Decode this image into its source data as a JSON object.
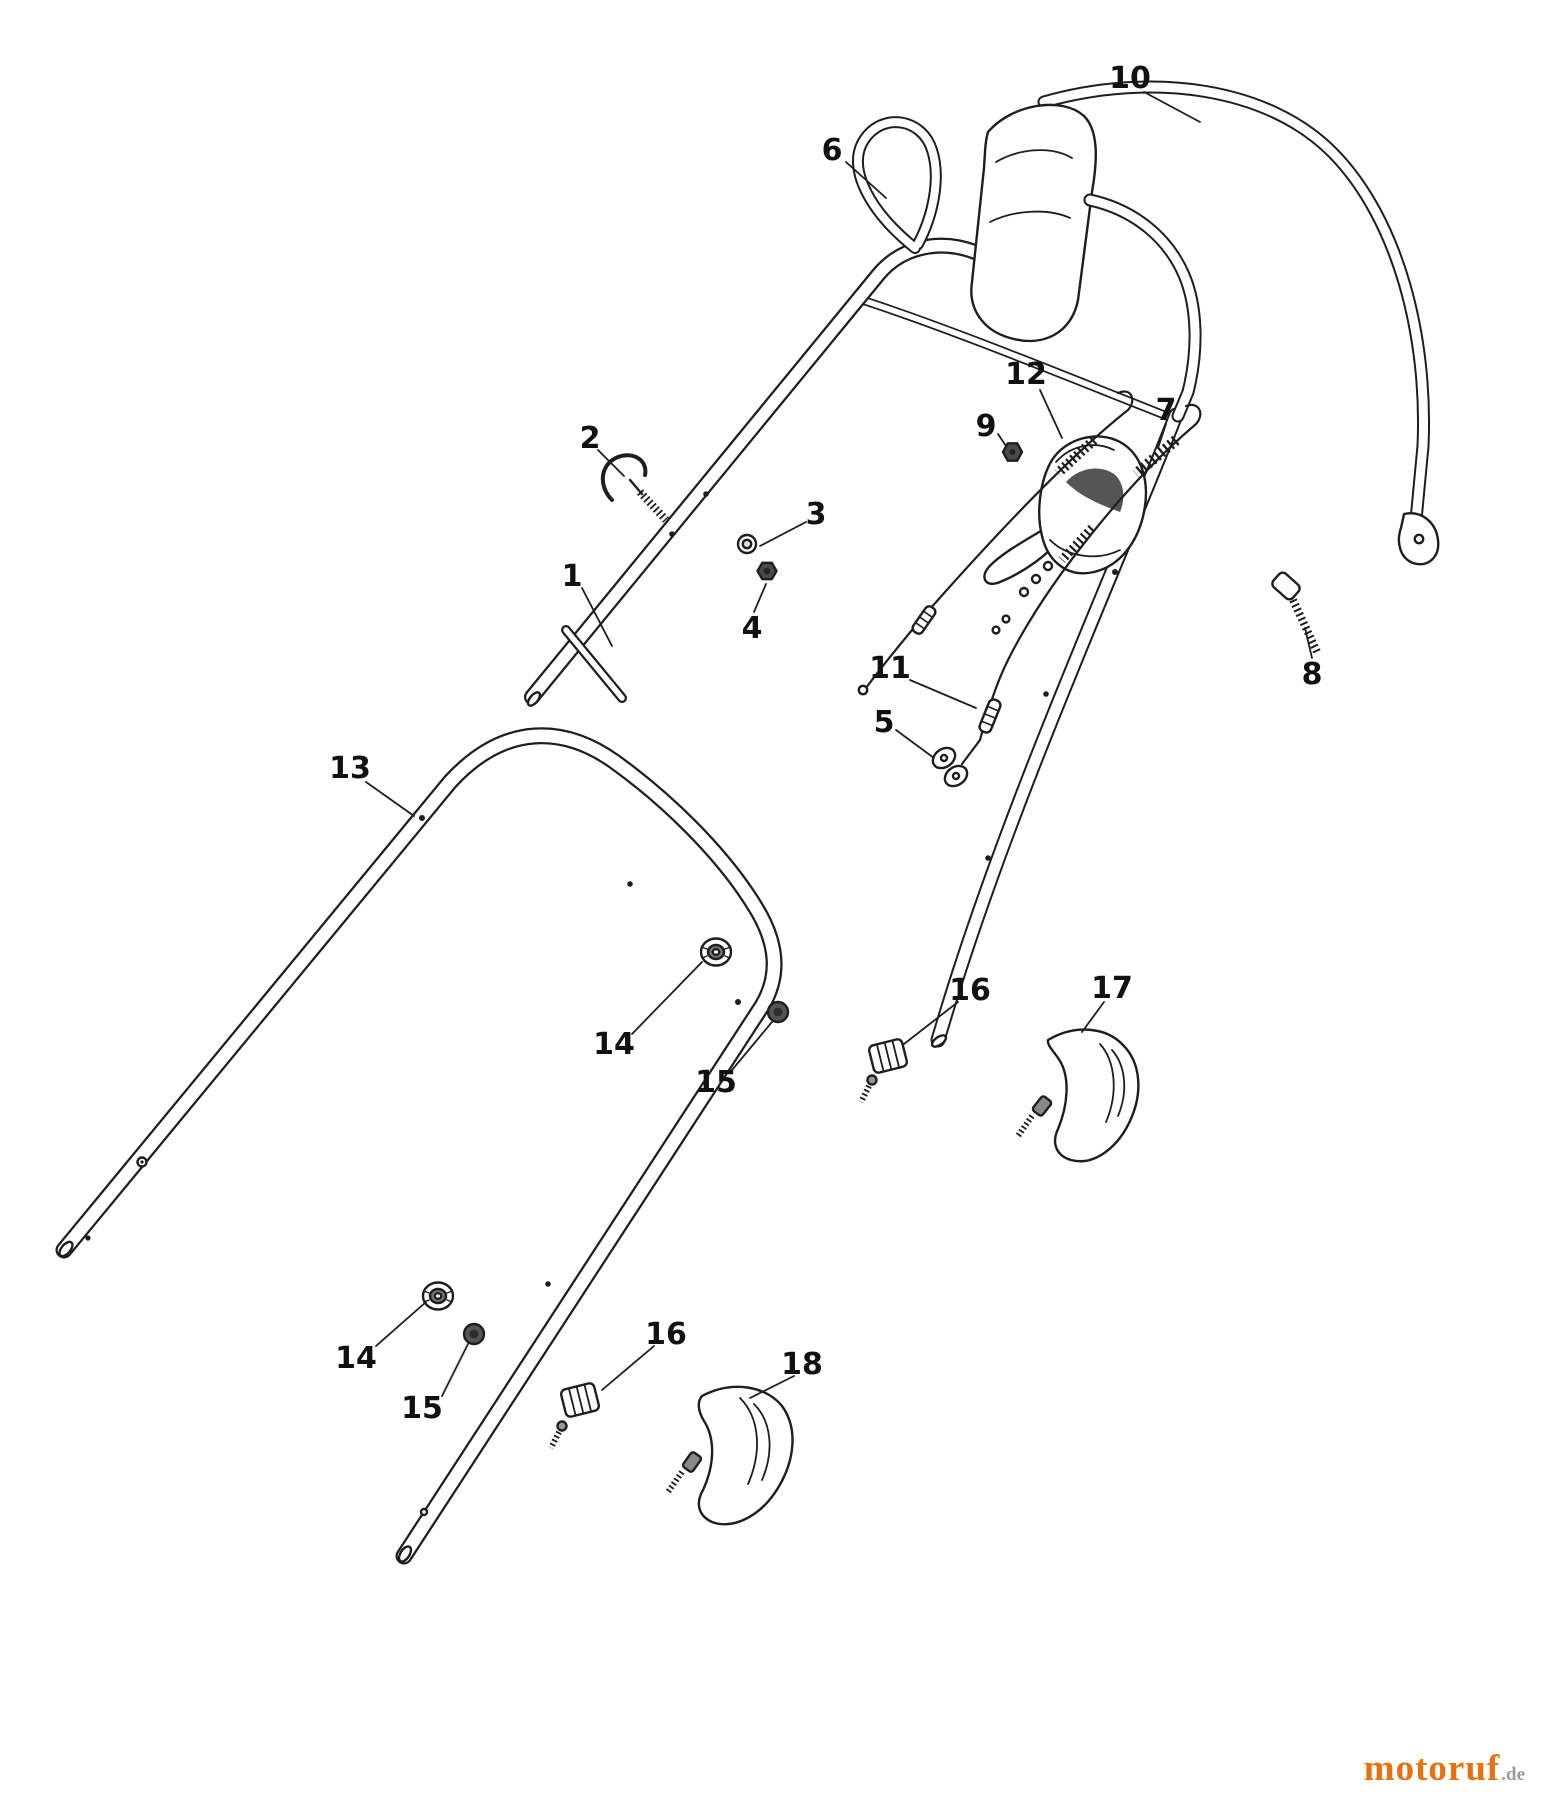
{
  "page": {
    "background": "#ffffff"
  },
  "diagram": {
    "type": "exploded-parts-diagram",
    "subject": "lawn-mower-handle-assembly",
    "line_color": "#1e1e1e",
    "labels": [
      {
        "text": "1"
      },
      {
        "text": "2"
      },
      {
        "text": "3"
      },
      {
        "text": "4"
      },
      {
        "text": "5"
      },
      {
        "text": "6"
      },
      {
        "text": "7"
      },
      {
        "text": "8"
      },
      {
        "text": "9"
      },
      {
        "text": "10"
      },
      {
        "text": "11"
      },
      {
        "text": "12"
      },
      {
        "text": "13"
      },
      {
        "text": "14"
      },
      {
        "text": "15"
      },
      {
        "text": "16"
      },
      {
        "text": "17"
      },
      {
        "text": "14"
      },
      {
        "text": "15"
      },
      {
        "text": "16"
      },
      {
        "text": "18"
      }
    ],
    "watermark": {
      "brand": "motoruf",
      "tld": ".de",
      "brand_color": "#e8720f",
      "tld_color": "#9b9b9b"
    }
  }
}
